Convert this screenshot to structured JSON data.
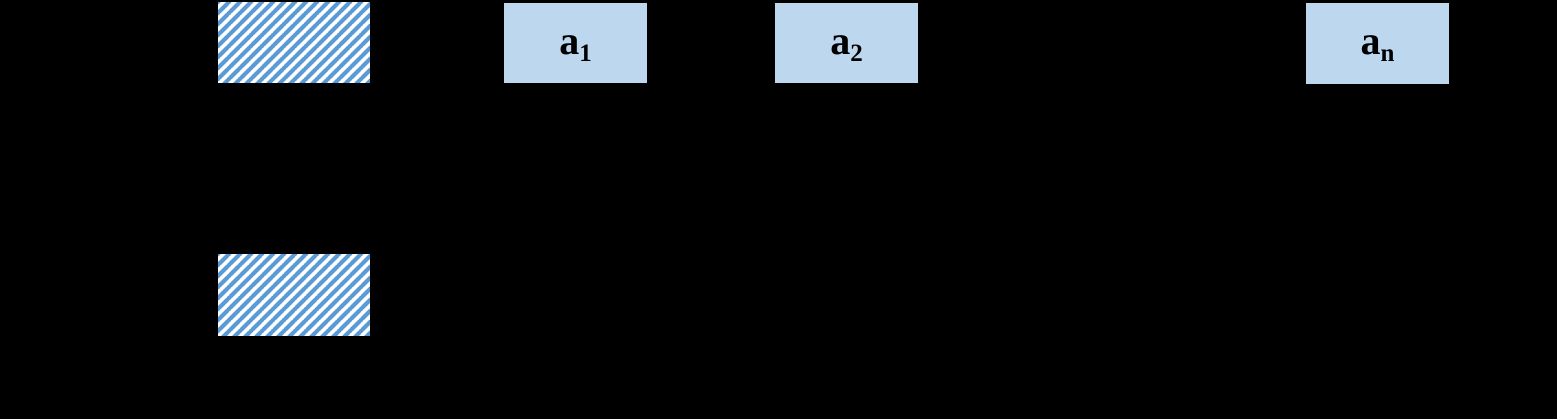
{
  "colors": {
    "background": "#000000",
    "node_fill": "#BDD7EE",
    "hatch_stripe": "#5B9BD5",
    "hatch_background": "#FFFFFF",
    "label_color": "#000000"
  },
  "nodes": {
    "a1": {
      "base": "a",
      "sub": "1"
    },
    "a2": {
      "base": "a",
      "sub": "2"
    },
    "an": {
      "base": "a",
      "sub": "n"
    }
  }
}
